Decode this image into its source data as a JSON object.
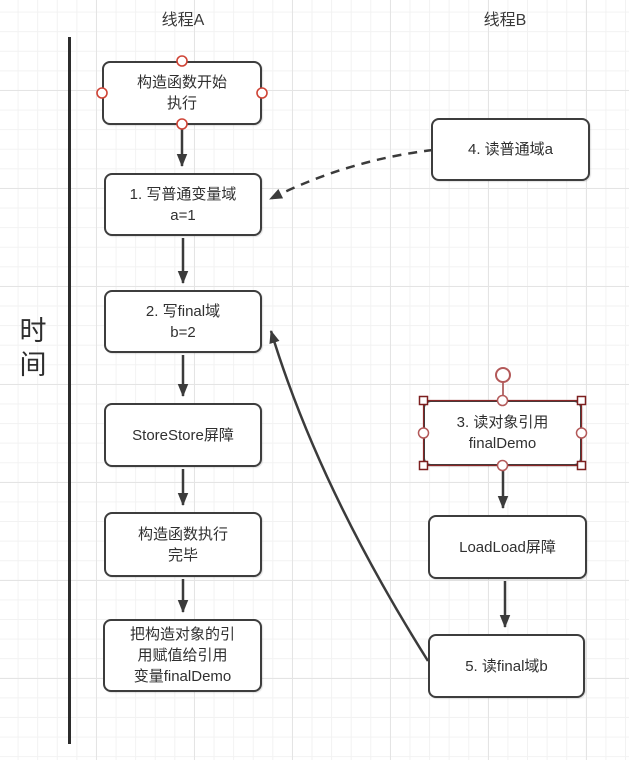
{
  "diagram": {
    "lanes": [
      {
        "id": "a",
        "label": "线程A"
      },
      {
        "id": "b",
        "label": "线程B"
      }
    ],
    "time_axis": {
      "label": "时\n间"
    },
    "nodes": {
      "a1": {
        "lane": "线程A",
        "label": "构造函数开始\n执行",
        "has_connection_points": true
      },
      "a2": {
        "lane": "线程A",
        "label": "1. 写普通变量域\na=1"
      },
      "a3": {
        "lane": "线程A",
        "label": "2. 写final域\nb=2"
      },
      "a4": {
        "lane": "线程A",
        "label": "StoreStore屏障"
      },
      "a5": {
        "lane": "线程A",
        "label": "构造函数执行\n完毕"
      },
      "a6": {
        "lane": "线程A",
        "label": "把构造对象的引\n用赋值给引用\n变量finalDemo"
      },
      "b1": {
        "lane": "线程B",
        "label": "4. 读普通域a"
      },
      "b2": {
        "lane": "线程B",
        "label": "3. 读对象引用\nfinalDemo",
        "selected": true
      },
      "b3": {
        "lane": "线程B",
        "label": "LoadLoad屏障"
      },
      "b4": {
        "lane": "线程B",
        "label": "5. 读final域b"
      }
    },
    "edges": [
      {
        "from": "a1",
        "to": "a2",
        "style": "solid-arrow"
      },
      {
        "from": "a2",
        "to": "a3",
        "style": "solid-arrow"
      },
      {
        "from": "a3",
        "to": "a4",
        "style": "solid-arrow"
      },
      {
        "from": "a4",
        "to": "a5",
        "style": "solid-arrow"
      },
      {
        "from": "a5",
        "to": "a6",
        "style": "solid-arrow"
      },
      {
        "from": "b2",
        "to": "b3",
        "style": "solid-arrow"
      },
      {
        "from": "b3",
        "to": "b4",
        "style": "solid-arrow"
      },
      {
        "from": "b1",
        "to": "a2",
        "style": "dashed-curved-arrow"
      },
      {
        "from": "b4",
        "to": "a3",
        "style": "solid-curved-arrow"
      }
    ],
    "colors": {
      "node_border": "#3d3d3d",
      "node_fill": "#ffffff",
      "arrow": "#3b3b3b",
      "axis": "#2c2c2c",
      "selection_outline": "#8a2727",
      "selection_handle_corner": "#7c1f1f",
      "selection_handle_edge": "#b35959",
      "connection_point": "#cf4436",
      "grid_minor": "#f2f2f2",
      "grid_major": "#e4e4e4"
    }
  }
}
